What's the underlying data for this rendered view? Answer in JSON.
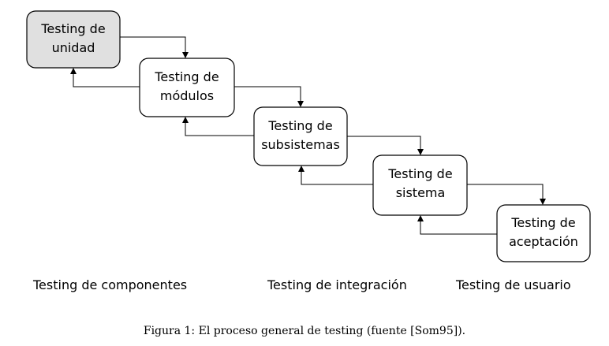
{
  "stages": [
    {
      "line1": "Testing de",
      "line2": "unidad",
      "fill": "#e0e0e0"
    },
    {
      "line1": "Testing de",
      "line2": "módulos",
      "fill": "#ffffff"
    },
    {
      "line1": "Testing de",
      "line2": "subsistemas",
      "fill": "#ffffff"
    },
    {
      "line1": "Testing de",
      "line2": "sistema",
      "fill": "#ffffff"
    },
    {
      "line1": "Testing de",
      "line2": "aceptación",
      "fill": "#ffffff"
    }
  ],
  "groups": [
    {
      "label": "Testing de componentes"
    },
    {
      "label": "Testing de integración"
    },
    {
      "label": "Testing de usuario"
    }
  ],
  "caption": "Figura 1: El proceso general de testing (fuente [Som95])."
}
